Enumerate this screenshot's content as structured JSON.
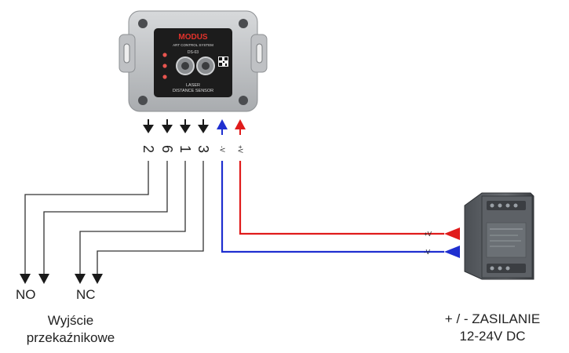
{
  "device": {
    "brand": "MODUS",
    "subtitle": "ART CONTROL SYSTEM",
    "model": "DS-03",
    "label_line1": "LASER",
    "label_line2": "DISTANCE SENSOR"
  },
  "terminals": [
    "2",
    "6",
    "1",
    "3",
    "-V",
    "+V"
  ],
  "outputs": {
    "no": "NO",
    "nc": "NC",
    "caption_line1": "Wyjście",
    "caption_line2": "przekaźnikowe"
  },
  "power": {
    "plus_label": "+V",
    "minus_label": "-V",
    "caption_line1": "+ / - ZASILANIE",
    "caption_line2": "12-24V DC"
  },
  "colors": {
    "signal": "#1a1a1a",
    "positive": "#e01b1b",
    "negative": "#1f2fd0",
    "enclosure": "#c9cbcd",
    "panel": "#1c1c1c",
    "brand": "#e3322b",
    "psu": "#585c61"
  }
}
